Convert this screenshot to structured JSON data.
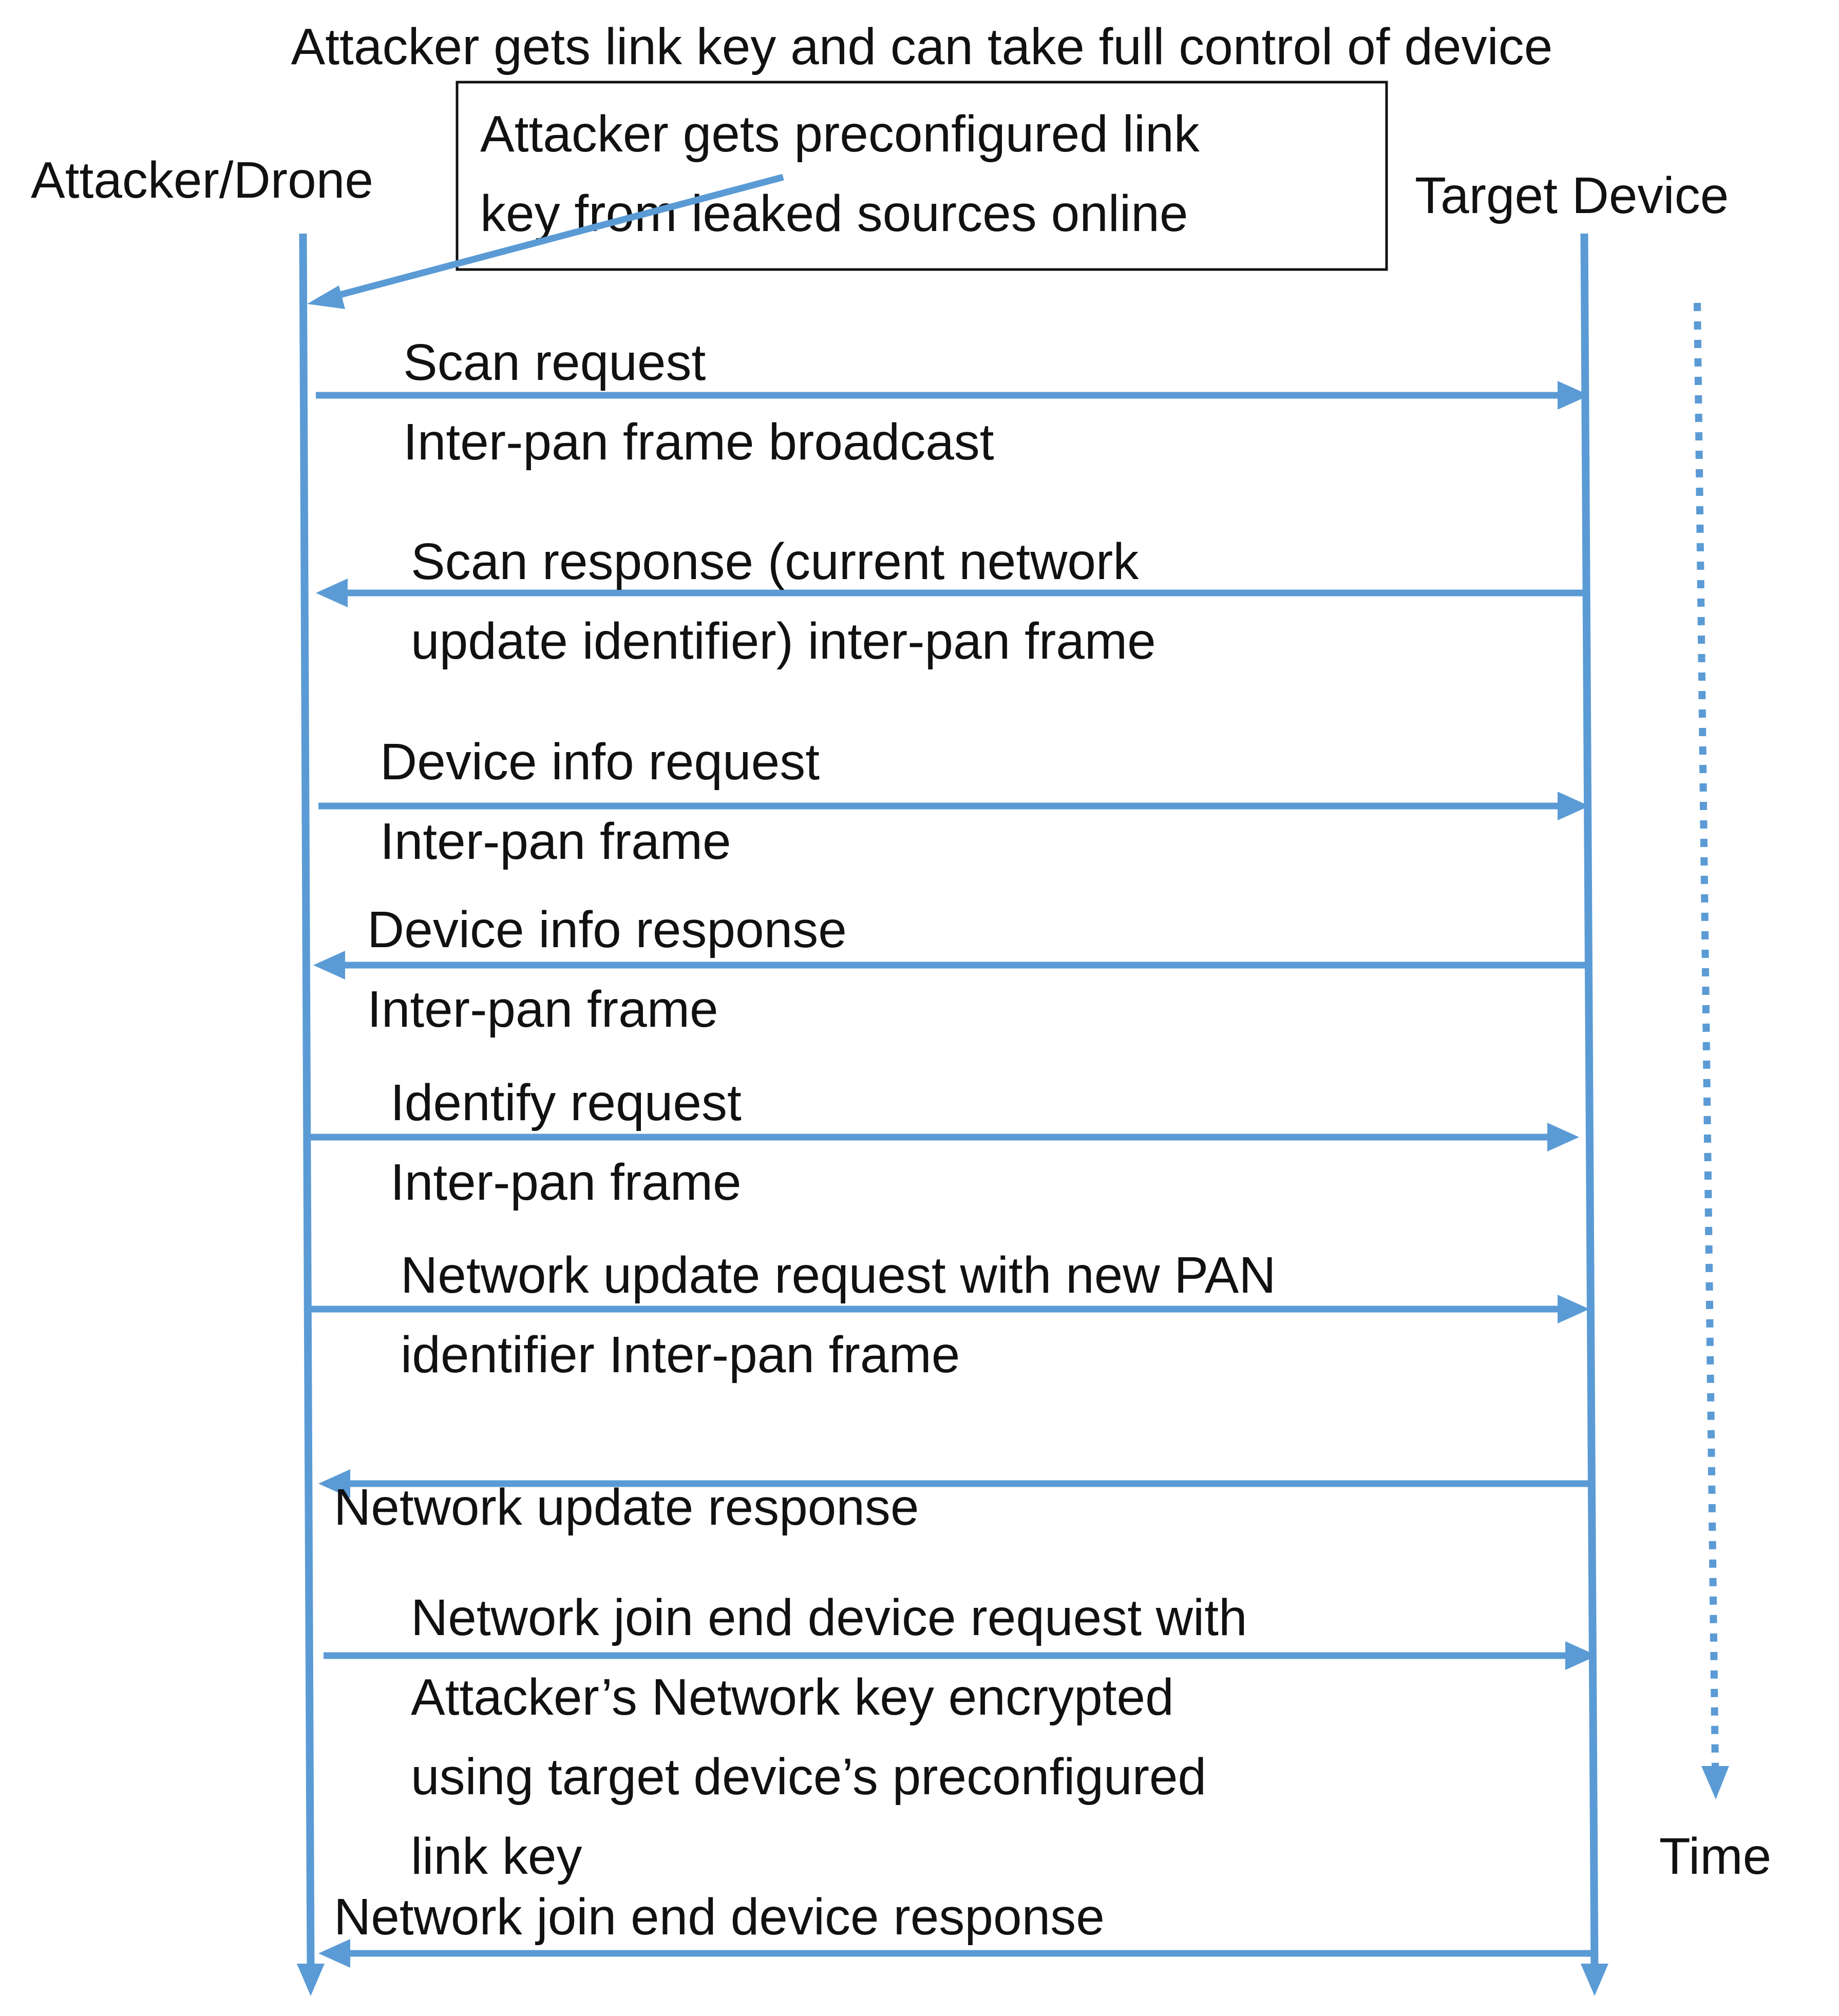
{
  "title": "Attacker gets link key and can take full control of device",
  "participants": {
    "left": "Attacker/Drone",
    "right": "Target Device"
  },
  "note": {
    "lines": [
      "Attacker gets preconfigured link",
      "key from leaked sources online"
    ]
  },
  "messages": [
    {
      "direction": "to-target",
      "above": [
        "Scan request"
      ],
      "below": [
        "Inter-pan frame broadcast"
      ]
    },
    {
      "direction": "to-attacker",
      "above": [
        "Scan response (current network"
      ],
      "below": [
        "update identifier) inter-pan frame"
      ]
    },
    {
      "direction": "to-target",
      "above": [
        "Device info  request"
      ],
      "below": [
        "Inter-pan frame"
      ]
    },
    {
      "direction": "to-attacker",
      "above": [
        "Device info  response"
      ],
      "below": [
        "Inter-pan frame"
      ]
    },
    {
      "direction": "to-target",
      "above": [
        "Identify request"
      ],
      "below": [
        "Inter-pan frame"
      ]
    },
    {
      "direction": "to-target",
      "above": [
        "Network update request with new PAN"
      ],
      "below": [
        "identifier Inter-pan frame"
      ]
    },
    {
      "direction": "to-attacker",
      "above": [],
      "below": [
        "Network update  response"
      ]
    },
    {
      "direction": "to-target",
      "above": [
        "Network join end device request with"
      ],
      "below": [
        "Attacker’s Network key encrypted",
        "using target device’s  preconfigured",
        "link key"
      ]
    },
    {
      "direction": "to-attacker",
      "above": [
        "Network join end device response"
      ],
      "below": []
    }
  ],
  "time_label": "Time",
  "colors": {
    "arrow": "#5b9bd5",
    "text": "#111111",
    "note_border": "#111111",
    "background": "#ffffff"
  }
}
